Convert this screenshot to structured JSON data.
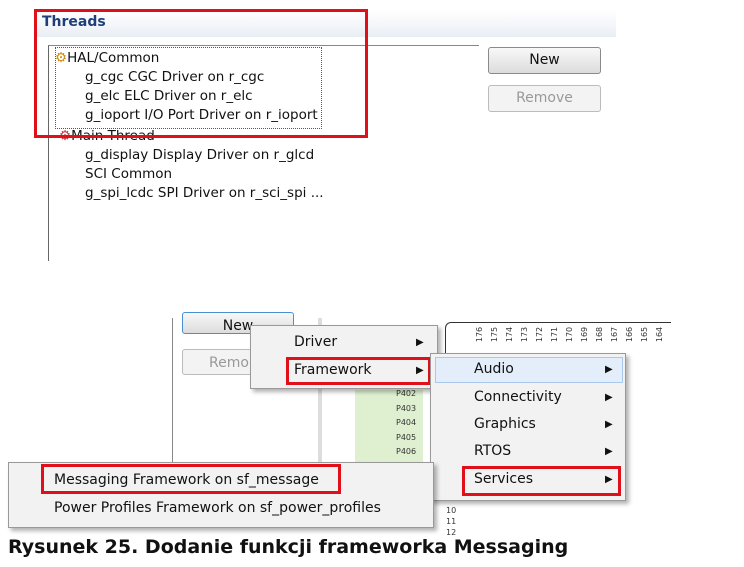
{
  "threads": {
    "title": "Threads",
    "items": [
      {
        "label": "HAL/Common",
        "level": 0,
        "icon": "gear-thread-icon"
      },
      {
        "label": "g_cgc CGC Driver on r_cgc",
        "level": 1
      },
      {
        "label": "g_elc ELC Driver on r_elc",
        "level": 1
      },
      {
        "label": "g_ioport I/O Port Driver on r_ioport",
        "level": 1
      },
      {
        "label": "Main Thread",
        "level": 0,
        "icon": "gear-thread-icon"
      },
      {
        "label": "g_display Display Driver on r_glcd",
        "level": 1
      },
      {
        "label": "SCI Common",
        "level": 1
      },
      {
        "label": "g_spi_lcdc SPI Driver on r_sci_spi ...",
        "level": 1
      }
    ],
    "new_label": "New",
    "remove_label": "Remove"
  },
  "bottom": {
    "new_label": "New",
    "remove_label": "Remo",
    "pins_top": [
      "176",
      "175",
      "174",
      "173",
      "172",
      "171",
      "170",
      "169",
      "168",
      "167",
      "166",
      "165",
      "164"
    ],
    "pins_left": [
      "P402",
      "P403",
      "P404",
      "P405",
      "P406"
    ],
    "pins_num": [
      "10",
      "11",
      "12"
    ],
    "menu1": [
      "Driver",
      "Framework"
    ],
    "menu2": [
      "Audio",
      "Connectivity",
      "Graphics",
      "RTOS",
      "Services"
    ],
    "menu3": [
      "Messaging Framework on sf_message",
      "Power Profiles Framework on sf_power_profiles"
    ]
  },
  "caption": "Rysunek 25. Dodanie funkcji frameworka Messaging",
  "colors": {
    "highlight": "#e0101a",
    "header_text": "#1e3f7a"
  }
}
